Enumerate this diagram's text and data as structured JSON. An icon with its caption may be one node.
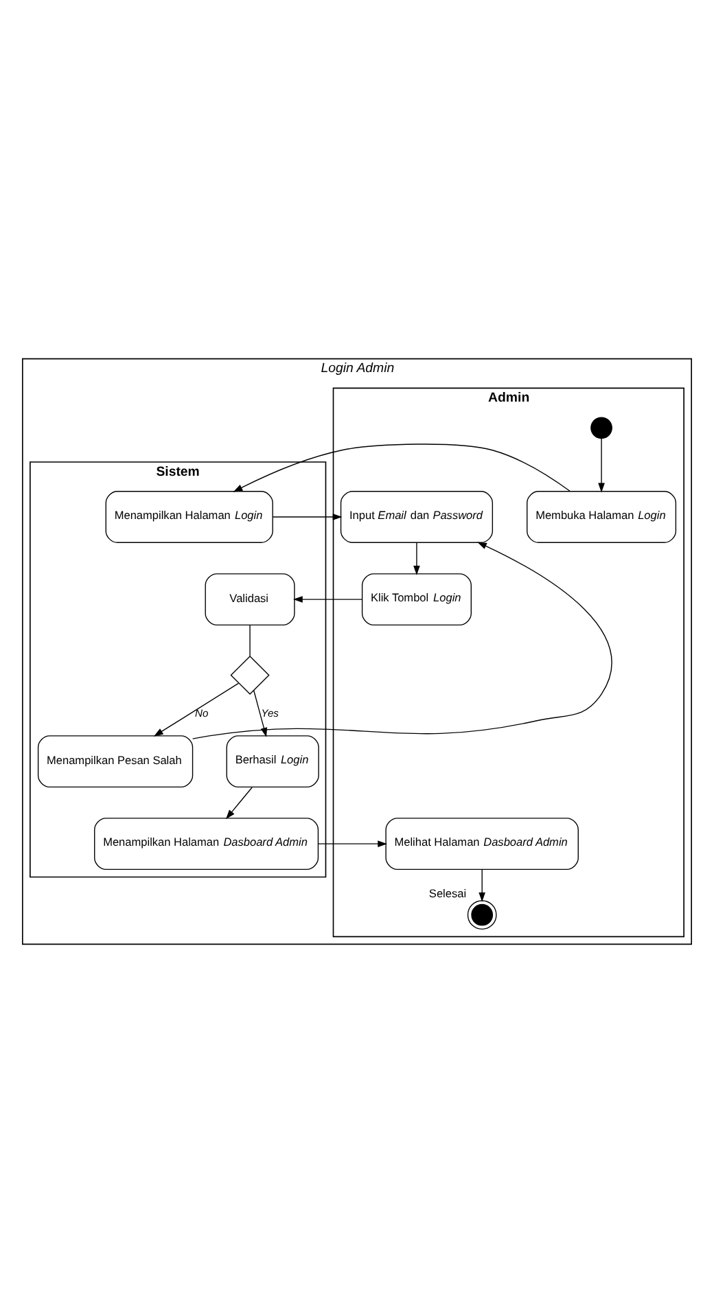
{
  "diagram": {
    "nodes": [
      {
        "text": [
          "Login Admin"
        ]
      },
      {
        "text": [
          "Admin"
        ],
        "in": 0
      },
      {
        "text": [
          "Sistem"
        ],
        "in": 0
      },
      {
        "text": [],
        "shape": "circle",
        "in": 1
      },
      {
        "text": [
          "Membuka Halaman *Login*"
        ],
        "in": 1
      },
      {
        "text": [
          "Menampilkan Halaman *Login*"
        ],
        "in": 2
      },
      {
        "text": [
          "Input *Email* dan *Password*"
        ],
        "in": 1
      },
      {
        "text": [
          "Klik Tombol *Login*"
        ],
        "in": 1
      },
      {
        "text": [
          "Validasi"
        ],
        "in": 2
      },
      {
        "text": [],
        "shape": "diamond",
        "in": 2
      },
      {
        "text": [
          "Menampilkan Pesan Salah"
        ],
        "in": 2
      },
      {
        "text": [
          "Berhasil *Login*"
        ],
        "in": 2
      },
      {
        "text": [
          "Menampilkan Halaman *Dasboard Admin*"
        ],
        "in": 2
      },
      {
        "text": [
          "Melihat Halaman *Dasboard Admin*"
        ],
        "in": 1
      },
      {
        "text": [],
        "shape": "bullseye",
        "in": 1,
        "beside": [
          "Selesai"
        ]
      }
    ],
    "edges": [
      {
        "from": 3,
        "to": 4,
        "arrow": "to"
      },
      {
        "from": 4,
        "to": 5,
        "arrow": "to"
      },
      {
        "from": 5,
        "to": 6,
        "arrow": "to"
      },
      {
        "from": 6,
        "to": 7,
        "arrow": "to"
      },
      {
        "from": 7,
        "to": 8,
        "arrow": "to"
      },
      {
        "from": 8,
        "to": 9,
        "arrow": "none"
      },
      {
        "from": 9,
        "to": 10,
        "arrow": "to",
        "label": "*No*"
      },
      {
        "from": 9,
        "to": 11,
        "arrow": "to",
        "label": "*Yes*"
      },
      {
        "from": 10,
        "to": 6,
        "arrow": "to"
      },
      {
        "from": 11,
        "to": 12,
        "arrow": "to"
      },
      {
        "from": 12,
        "to": 13,
        "arrow": "to"
      },
      {
        "from": 13,
        "to": 14,
        "arrow": "to"
      }
    ]
  }
}
